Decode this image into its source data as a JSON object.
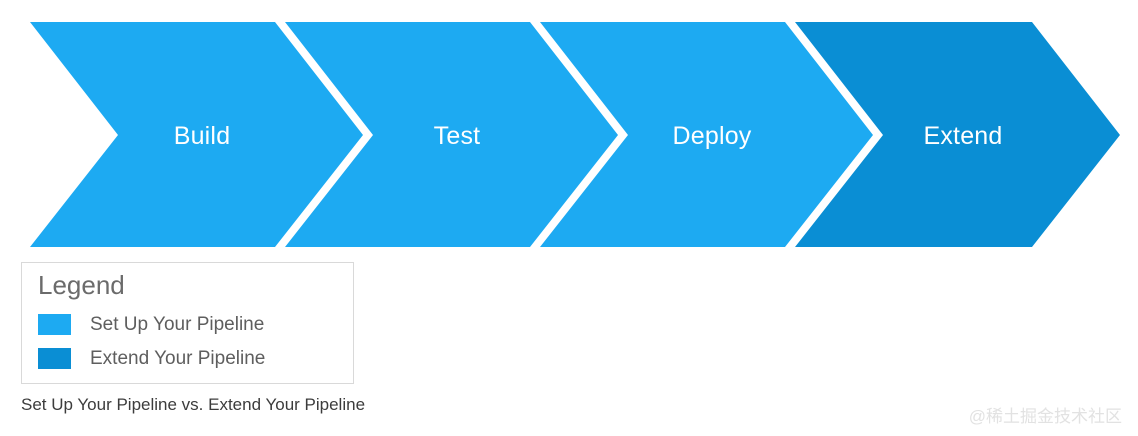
{
  "diagram": {
    "type": "chevron-process-flow",
    "colors": {
      "setup": "#1DAAF2",
      "extend": "#0A8ED4",
      "gap": "#FFFFFF",
      "label_text": "#FFFFFF"
    },
    "steps": [
      {
        "label": "Build",
        "color_key": "setup",
        "group": "Set Up Your Pipeline"
      },
      {
        "label": "Test",
        "color_key": "setup",
        "group": "Set Up Your Pipeline"
      },
      {
        "label": "Deploy",
        "color_key": "setup",
        "group": "Set Up Your Pipeline"
      },
      {
        "label": "Extend",
        "color_key": "extend",
        "group": "Extend Your Pipeline"
      }
    ]
  },
  "legend": {
    "title": "Legend",
    "items": [
      {
        "label": "Set Up Your Pipeline",
        "color": "#1DAAF2"
      },
      {
        "label": "Extend Your Pipeline",
        "color": "#0A8ED4"
      }
    ]
  },
  "caption": {
    "text": "Set Up Your Pipeline vs. Extend Your Pipeline"
  },
  "watermark": {
    "text": "@稀土掘金技术社区"
  }
}
